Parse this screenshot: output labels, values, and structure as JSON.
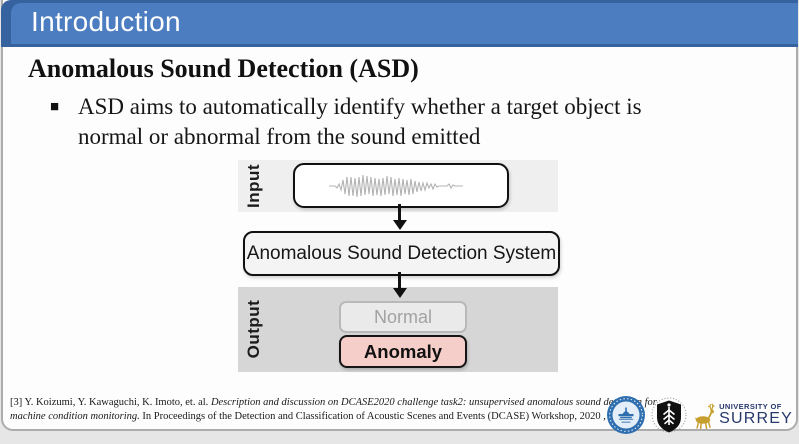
{
  "slide": {
    "header": {
      "title": "Introduction"
    },
    "heading": "Anomalous Sound Detection (ASD)",
    "bullet": {
      "marker": "■",
      "lines": [
        "ASD aims to automatically identify whether a target object is",
        "normal or abnormal from the sound emitted"
      ]
    },
    "diagram": {
      "input_label": "Input",
      "waveform_icon": "audio-waveform",
      "system_label": "Anomalous Sound Detection System",
      "output_label": "Output",
      "normal_label": "Normal",
      "anomaly_label": "Anomaly"
    },
    "footer": {
      "citation": {
        "prefix": "[3] Y. Koizumi, Y. Kawaguchi, K. Imoto, et. al. ",
        "italic": "Description and discussion on DCASE2020 challenge task2: unsupervised anomalous sound detection for machine condition monitoring.",
        "suffix": " In Proceedings of the Detection and Classification of Acoustic Scenes and Events (DCASE) Workshop, 2020 , 81–85."
      },
      "logos": {
        "seal": "university-seal",
        "crest": "university-crest",
        "surrey": {
          "line1": "UNIVERSITY OF",
          "line2": "SURREY"
        }
      }
    },
    "colors": {
      "header_blue": "#4c7dc0",
      "header_dark_blue": "#36639f",
      "input_band_gray": "#efefef",
      "output_band_gray": "#d6d6d6",
      "anomaly_pink": "#f5cdc9",
      "normal_gray": "#eaeaea",
      "surrey_blue": "#27386b",
      "stag_gold": "#c79f2e"
    }
  }
}
